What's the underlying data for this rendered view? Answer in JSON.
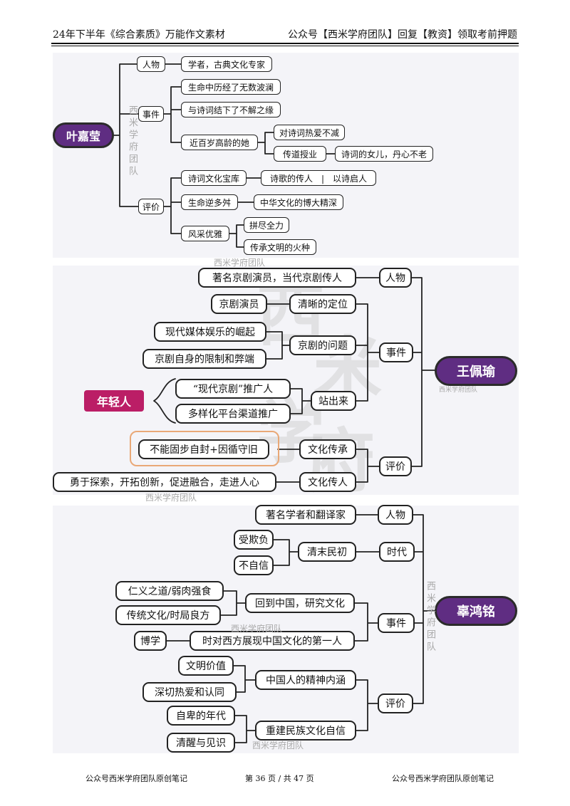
{
  "header": {
    "left": "24年下半年《综合素质》万能作文素材",
    "right": "公众号【西米学府团队】回复【教资】领取考前押题"
  },
  "watermark": {
    "team": "西米学府团队",
    "big_chars": [
      "西",
      "米",
      "学",
      "府"
    ]
  },
  "section1": {
    "root": "叶嘉莹",
    "branch_person": "人物",
    "person_desc": "学者，古典文化专家",
    "branch_event": "事件",
    "event_1": "生命中历经了无数波澜",
    "event_2": "与诗词结下了不解之缘",
    "event_3": "近百岁高龄的她",
    "event_3a": "对诗词热爱不减",
    "event_3b": "传道授业",
    "event_3b_1": "诗词的女儿，丹心不老",
    "branch_eval": "评价",
    "eval_1": "诗词文化宝库",
    "eval_1a": "诗歌的传人　|　以诗启人",
    "eval_2": "生命逆多舛",
    "eval_2a": "中华文化的博大精深",
    "eval_3": "风采优雅",
    "eval_3a": "拼尽全力",
    "eval_3b": "传承文明的火种"
  },
  "section2": {
    "root": "王佩瑜",
    "branch_person": "人物",
    "person_desc": "著名京剧演员，当代京剧传人",
    "branch_event": "事件",
    "event_1": "清晰的定位",
    "event_1a": "京剧演员",
    "event_2": "京剧的问题",
    "event_2a": "现代媒体娱乐的崛起",
    "event_2b": "京剧自身的限制和弊端",
    "event_3": "站出来",
    "event_3a": "“现代京剧”推广人",
    "event_3b": "多样化平台渠道推广",
    "youth": "年轻人",
    "branch_eval": "评价",
    "eval_1": "文化传承",
    "eval_1a": "不能固步自封+因循守旧",
    "eval_2": "文化传人",
    "eval_2a": "勇于探索，开拓创新，促进融合，走进人心"
  },
  "section3": {
    "root": "辜鸿铭",
    "branch_person": "人物",
    "person_desc": "著名学者和翻译家",
    "branch_era": "时代",
    "era_desc": "清末民初",
    "era_a": "受欺负",
    "era_b": "不自信",
    "branch_event": "事件",
    "event_1": "回到中国，研究文化",
    "event_1a": "仁义之道/弱肉强食",
    "event_1b": "传统文化/时局良方",
    "event_2": "时对西方展现中国文化的第一人",
    "event_2a": "博学",
    "branch_eval": "评价",
    "eval_1": "中国人的精神内涵",
    "eval_1a": "文明价值",
    "eval_1b": "深切热爱和认同",
    "eval_2": "重建民族文化自信",
    "eval_2a": "自卑的年代",
    "eval_2b": "清醒与见识"
  },
  "footer": {
    "left": "公众号西米学府团队原创笔记",
    "center": "第 36 页 / 共 47 页",
    "right": "公众号西米学府团队原创笔记"
  }
}
